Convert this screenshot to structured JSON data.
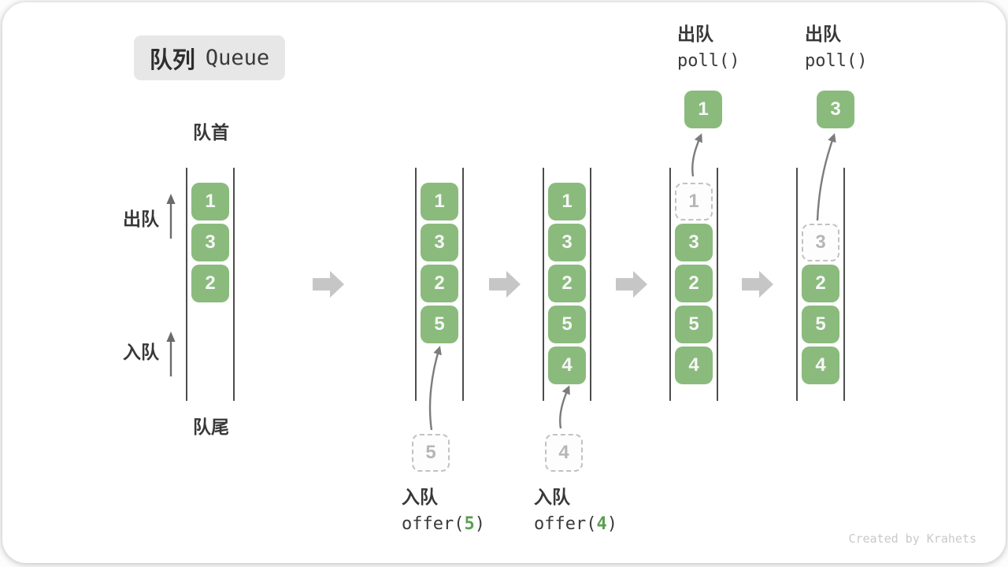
{
  "title": {
    "zh": "队列",
    "en": "Queue"
  },
  "labels": {
    "front": "队首",
    "rear": "队尾",
    "dequeue": "出队",
    "enqueue": "入队"
  },
  "ops": {
    "enq5": {
      "title": "入队",
      "code_pre": "offer(",
      "code_arg": "5",
      "code_post": ")"
    },
    "enq4": {
      "title": "入队",
      "code_pre": "offer(",
      "code_arg": "4",
      "code_post": ")"
    },
    "poll1": {
      "title": "出队",
      "code": "poll()"
    },
    "poll2": {
      "title": "出队",
      "code": "poll()"
    }
  },
  "queues": {
    "q1": {
      "s0": "1",
      "s1": "3",
      "s2": "2"
    },
    "q2": {
      "s0": "1",
      "s1": "3",
      "s2": "2",
      "s3": "5",
      "pending": "5"
    },
    "q3": {
      "s0": "1",
      "s1": "3",
      "s2": "2",
      "s3": "5",
      "s4": "4",
      "pending": "4"
    },
    "q4": {
      "removed": "1",
      "s1": "3",
      "s2": "2",
      "s3": "5",
      "s4": "4",
      "result": "1"
    },
    "q5": {
      "removed": "3",
      "s2": "2",
      "s3": "5",
      "s4": "4",
      "result": "3"
    }
  },
  "watermark": "Created by Krahets",
  "colors": {
    "item_green": "#8abb7d",
    "item_text": "#f7f7f7",
    "code_accent_green": "#5b9f52",
    "dashed_border": "#c2c2c2",
    "queue_line": "#4d4d4d",
    "flow_arrow_gray": "#c6c6c6",
    "label_dark": "#383838",
    "watermark_gray": "#c9c9c9"
  }
}
